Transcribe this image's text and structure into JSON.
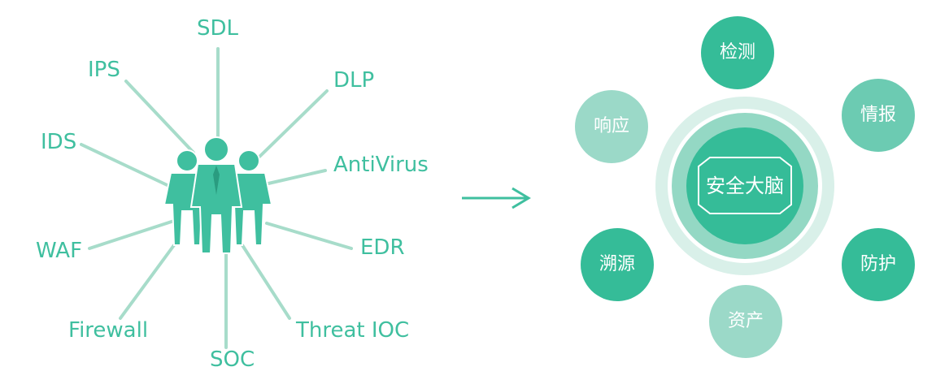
{
  "left_labels": [
    "SDL",
    "IPS",
    "DLP",
    "IDS",
    "AntiVirus",
    "WAF",
    "EDR",
    "Firewall",
    "Threat IOC",
    "SOC"
  ],
  "right_core": "安全大脑",
  "right_nodes": [
    "检测",
    "情报",
    "防护",
    "资产",
    "溯源",
    "响应"
  ],
  "colors": {
    "accent": "#3fbf9f",
    "line": "#a7dcca",
    "dark": "#35bc98",
    "mid": "#6ccbb2",
    "light": "#9bd9c8",
    "ring_outer": "#d9f0e9",
    "ring_mid": "#94d8c4"
  }
}
